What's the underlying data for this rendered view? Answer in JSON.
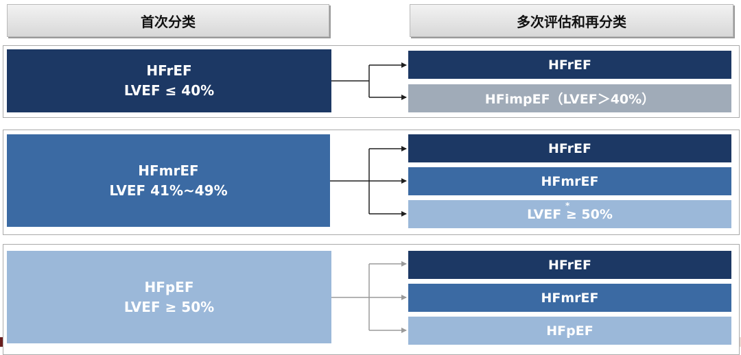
{
  "headers": {
    "initial": "首次分类",
    "reassessment": "多次评估和再分类"
  },
  "groups": [
    {
      "source": {
        "line1": "HFrEF",
        "line2": "LVEF ≤ 40%"
      },
      "outcomes": [
        "HFrEF",
        "HFimpEF（LVEF＞40%）"
      ]
    },
    {
      "source": {
        "line1": "HFmrEF",
        "line2": "LVEF 41%~49%"
      },
      "outcomes": [
        "HFrEF",
        "HFmrEF",
        "LVEF ≥ 50%"
      ],
      "footnote_mark": "*"
    },
    {
      "source": {
        "line1": "HFpEF",
        "line2": "LVEF ≥ 50%"
      },
      "outcomes": [
        "HFrEF",
        "HFmrEF",
        "HFpEF"
      ]
    }
  ],
  "colors": {
    "hfref": "#1c3864",
    "hfmref": "#3b6aa3",
    "hfpef": "#9bb8d9",
    "improved": "#a0abb8"
  }
}
